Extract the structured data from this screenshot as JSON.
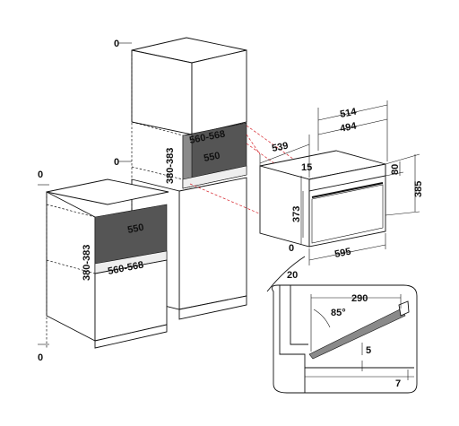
{
  "tall_cabinet": {
    "top_clearance": "0",
    "niche_clearance": "0",
    "niche_width": "560-568",
    "niche_depth": "550",
    "niche_height": "380-383"
  },
  "base_cabinet": {
    "top_clearance": "0",
    "bottom_clearance": "0",
    "niche_depth": "550",
    "niche_width": "560-568",
    "niche_height": "380-383"
  },
  "oven": {
    "overall_depth": "514",
    "body_depth": "494",
    "panel_depth": "539",
    "total_height": "385",
    "top_strip": "80",
    "top_gap": "15",
    "front_height": "373",
    "width": "595",
    "bottom_gap": "0",
    "door_offset": "20"
  },
  "door_detail": {
    "open_depth": "290",
    "open_angle": "85°",
    "gap": "5",
    "floor_gap": "7"
  }
}
